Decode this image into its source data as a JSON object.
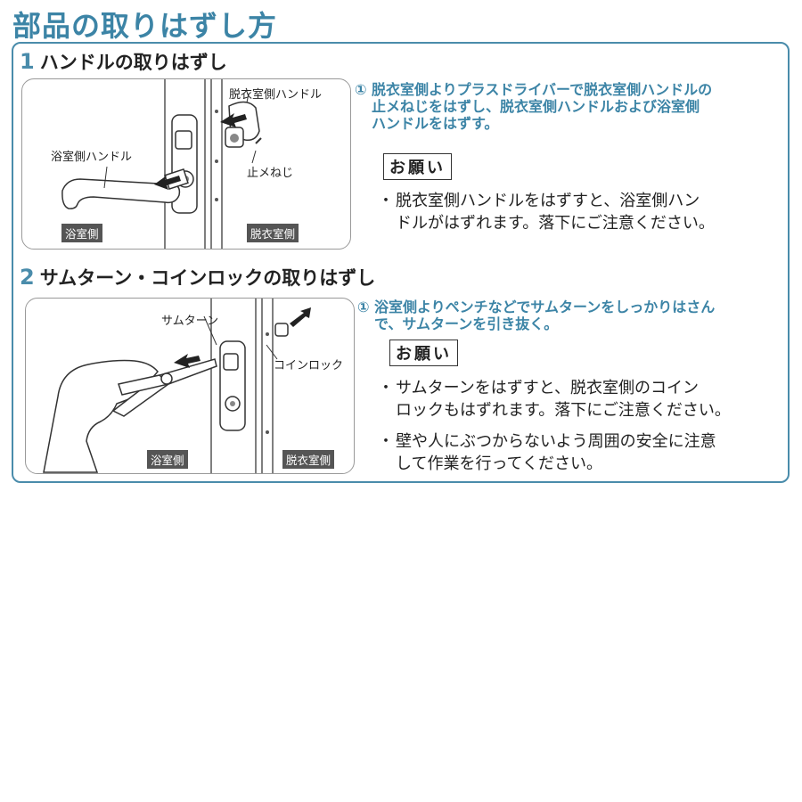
{
  "page_title": "部品の取りはずし方",
  "section1": {
    "number": "1",
    "heading": "ハンドルの取りはずし",
    "labels": {
      "dressing_handle": "脱衣室側ハンドル",
      "bath_handle": "浴室側ハンドル",
      "stop_screw": "止メねじ",
      "tag_bath": "浴室側",
      "tag_dressing": "脱衣室側"
    },
    "step": {
      "marker": "①",
      "lines": [
        "脱衣室側よりプラスドライバーで脱衣室側ハンドルの",
        "止メねじをはずし、脱衣室側ハンドルおよび浴室側",
        "ハンドルをはずす。"
      ]
    },
    "notice_label": "お願い",
    "notes": [
      {
        "bullet": "・",
        "lines": [
          "脱衣室側ハンドルをはずすと、浴室側ハン",
          "ドルがはずれます。落下にご注意ください。"
        ]
      }
    ]
  },
  "section2": {
    "number": "2",
    "heading": "サムターン・コインロックの取りはずし",
    "labels": {
      "thumbturn": "サムターン",
      "coinlock": "コインロック",
      "tag_bath": "浴室側",
      "tag_dressing": "脱衣室側"
    },
    "step": {
      "marker": "①",
      "lines": [
        "浴室側よりペンチなどでサムターンをしっかりはさん",
        "で、サムターンを引き抜く。"
      ]
    },
    "notice_label": "お願い",
    "notes": [
      {
        "bullet": "・",
        "lines": [
          "サムターンをはずすと、脱衣室側のコイン",
          "ロックもはずれます。落下にご注意ください。"
        ]
      },
      {
        "bullet": "・",
        "lines": [
          "壁や人にぶつからないよう周囲の安全に注意",
          "して作業を行ってください。"
        ]
      }
    ]
  },
  "colors": {
    "accent": "#3c84a6",
    "frame": "#4a8cab"
  }
}
